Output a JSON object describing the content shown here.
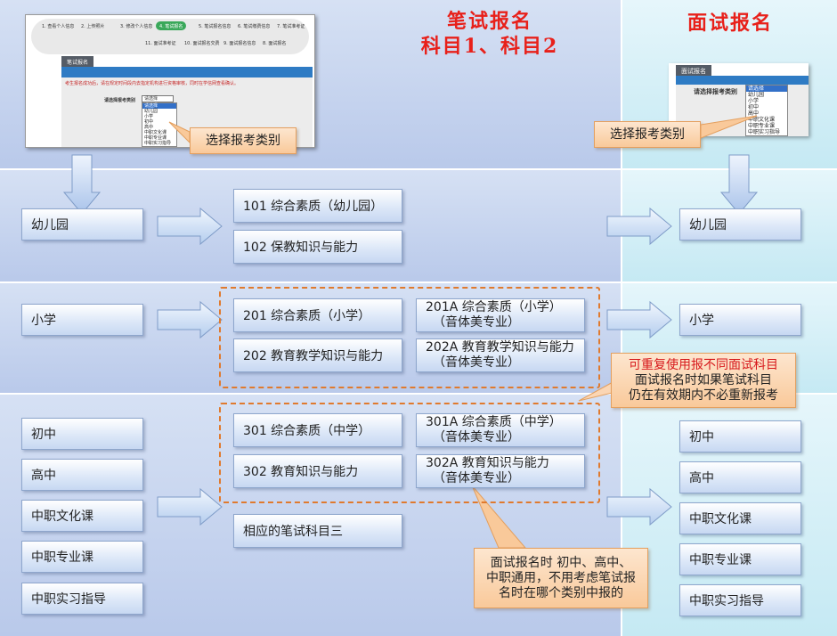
{
  "titles": {
    "written_line1": "笔试报名",
    "written_line2": "科目1、科目2",
    "interview": "面试报名"
  },
  "colors": {
    "title_red": "#e8201a",
    "dashed_orange": "#e07a2e",
    "note_bg": "#f9c99a",
    "box_blue": "#c7d8f2"
  },
  "notes": {
    "select_category_left": "选择报考类别",
    "select_category_right": "选择报考类别",
    "reuse": {
      "line1": "可重复使用报不同面试科目",
      "line2": "面试报名时如果笔试科目",
      "line3": "仍在有效期内不必重新报考"
    },
    "general": {
      "line1": "面试报名时 初中、高中、",
      "line2": "中职通用，不用考虑笔试报",
      "line3": "名时在哪个类别中报的"
    }
  },
  "categories": {
    "kindergarten": "幼儿园",
    "primary": "小学",
    "junior": "初中",
    "senior": "高中",
    "vocational_culture": "中职文化课",
    "vocational_major": "中职专业课",
    "vocational_practice": "中职实习指导"
  },
  "written_subjects": {
    "s101": "101 综合素质（幼儿园）",
    "s102": "102 保教知识与能力",
    "s201": "201 综合素质（小学）",
    "s202": "202 教育教学知识与能力",
    "s201a_line1": "201A 综合素质（小学）",
    "s201a_line2": "（音体美专业）",
    "s202a_line1": "202A 教育教学知识与能力",
    "s202a_line2": "（音体美专业）",
    "s301": "301 综合素质（中学）",
    "s302": "302 教育知识与能力",
    "s301a_line1": "301A 综合素质（中学）",
    "s301a_line2": "（音体美专业）",
    "s302a_line1": "302A 教育知识与能力",
    "s302a_line2": "（音体美专业）",
    "s_third": "相应的笔试科目三"
  },
  "screenshot_left": {
    "steps_row1": [
      "1. 查看个人信息",
      "2. 上传照片",
      "3. 修改个人信息",
      "4. 笔试报名",
      "5. 笔试报名信息",
      "6. 笔试缴费信息",
      "7. 笔试准考证"
    ],
    "steps_row2": [
      "11. 面试准考证",
      "10. 面试报名交费",
      "9. 面试报名信息",
      "8. 面试报名"
    ],
    "active_step": "4. 笔试报名",
    "panel_title": "笔试报名",
    "warning": "考生报名成功后，请在规定时间段内去指定机构进行资格审核，同时在学信网查看确认。",
    "field_label": "请选择报考类别",
    "selected": "请选择",
    "options": [
      "请选择",
      "幼儿园",
      "小学",
      "初中",
      "高中",
      "中职文化课",
      "中职专业课",
      "中职实习指导"
    ]
  },
  "screenshot_right": {
    "panel_title": "面试报名",
    "field_label": "请选择报考类别",
    "options": [
      "请选择",
      "幼儿园",
      "小学",
      "初中",
      "高中",
      "中职文化课",
      "中职专业课",
      "中职实习指导"
    ]
  }
}
